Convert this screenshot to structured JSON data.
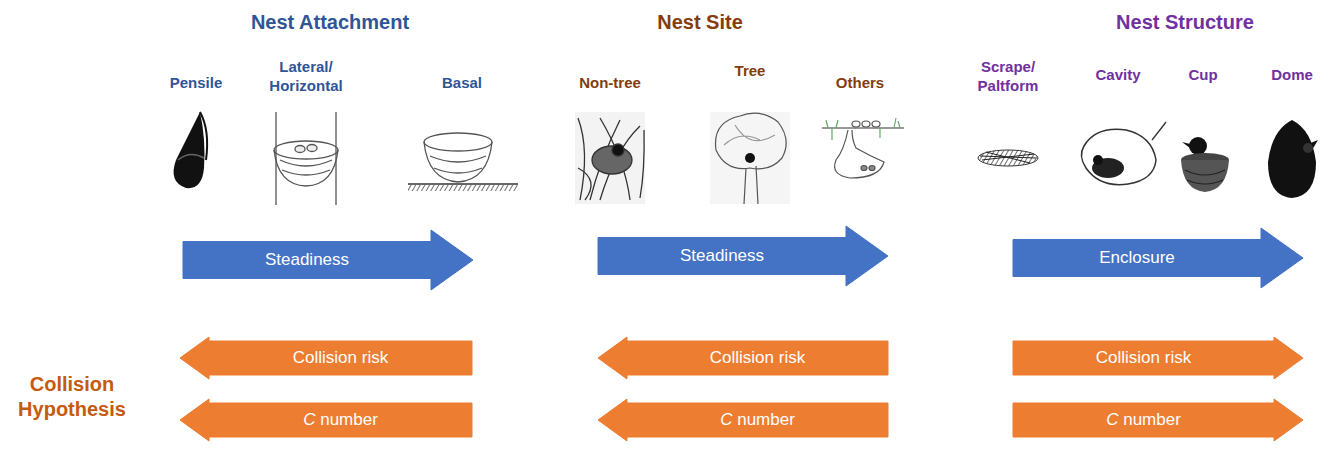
{
  "diagram": {
    "nodes": [
      {
        "text": [
          "Steadiness"
        ]
      },
      {
        "text": [
          "Steadiness"
        ]
      },
      {
        "text": [
          "Enclosure"
        ]
      },
      {
        "text": [
          "Collision risk"
        ]
      },
      {
        "text": [
          "Collision risk"
        ]
      },
      {
        "text": [
          "Collision risk"
        ]
      },
      {
        "text": [
          "C number"
        ]
      },
      {
        "text": [
          "C number"
        ]
      },
      {
        "text": [
          "C number"
        ]
      }
    ],
    "labels": [
      "Nest Attachment",
      "Pensile",
      "Lateral/ Horizontal",
      "Basal",
      "Nest Site",
      "Non-tree",
      "Tree",
      "Others",
      "Nest Structure",
      "Scrape/ Paltform",
      "Cavity",
      "Cup",
      "Dome",
      "Collision Hypothesis"
    ]
  }
}
